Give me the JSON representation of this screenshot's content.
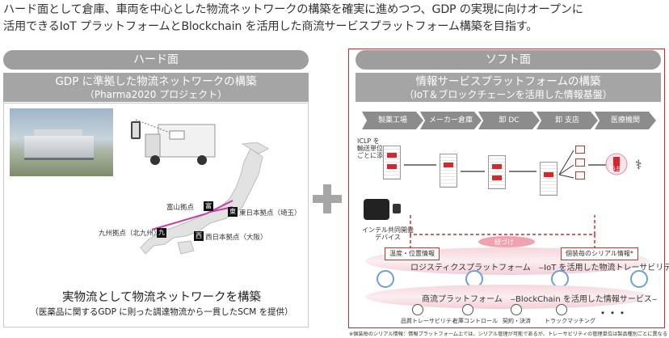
{
  "intro": {
    "line1": "ハード面として倉庫、車両を中心とした物流ネットワークの構築を確実に進めつつ、GDP の実現に向けオープンに",
    "line2": "活用できるIoT プラットフォームとBlockchain を活用した商流サービスプラットフォーム構築を目指す。"
  },
  "hard": {
    "pill": "ハード面",
    "title1": "GDP に準拠した物流ネットワークの構築",
    "title2": "（Pharma2020 プロジェクト）",
    "map_labels": {
      "toyama": "富山拠点",
      "east": "東日本拠点（埼玉）",
      "kyushu": "九州拠点（北九州）",
      "west": "西日本拠点（大阪）"
    },
    "badges": {
      "toyama": "富",
      "east": "東",
      "kyushu": "九",
      "west": "西"
    },
    "bottom1": "実物流として物流ネットワークを構築",
    "bottom2": "（医薬品に関するGDP に則った調達物流から一貫したSCM を提供）"
  },
  "soft": {
    "pill": "ソフト面",
    "title1": "情報サービスプラットフォームの構築",
    "title2": "（IoT＆ブロックチェーンを活用した情報基盤）",
    "stages": [
      "製薬工場",
      "メーカー倉庫",
      "卸 DC",
      "卸 支店",
      "医療機関"
    ],
    "note_iclp": "ICLP を\n輸送単位\nごとに添付",
    "device_label": "インテル共同開発\nデバイス",
    "himozuke": "紐づけ",
    "tag_temp": "温度・位置情報",
    "tag_serial": "個装毎のシリアル情報*",
    "logistics_platform": "ロジスティクスプラットフォーム　‒IoT を活用した物流トレーサビリティ‒",
    "commerce_platform": "商流プラットフォーム　‒BlockChain を活用した情報サービス‒",
    "bottom_icons": [
      "品質トレーサビリティ",
      "在庫コントロール",
      "契約・決済",
      "トラックマッチング"
    ],
    "ellipsis": "・・・",
    "toyaku": "投与"
  },
  "footnote": "※個装毎のシリアル情報：情報プラットフォーム上では、シリアル管理が可能であるが、トレーサビリティの管理単位は製品種別ごとに異なる",
  "colors": {
    "accent_red": "#d9262b",
    "gray": "#9e9e9e",
    "ring_pink": "#f6d6dc",
    "ring_blue": "#6f9fcf"
  }
}
